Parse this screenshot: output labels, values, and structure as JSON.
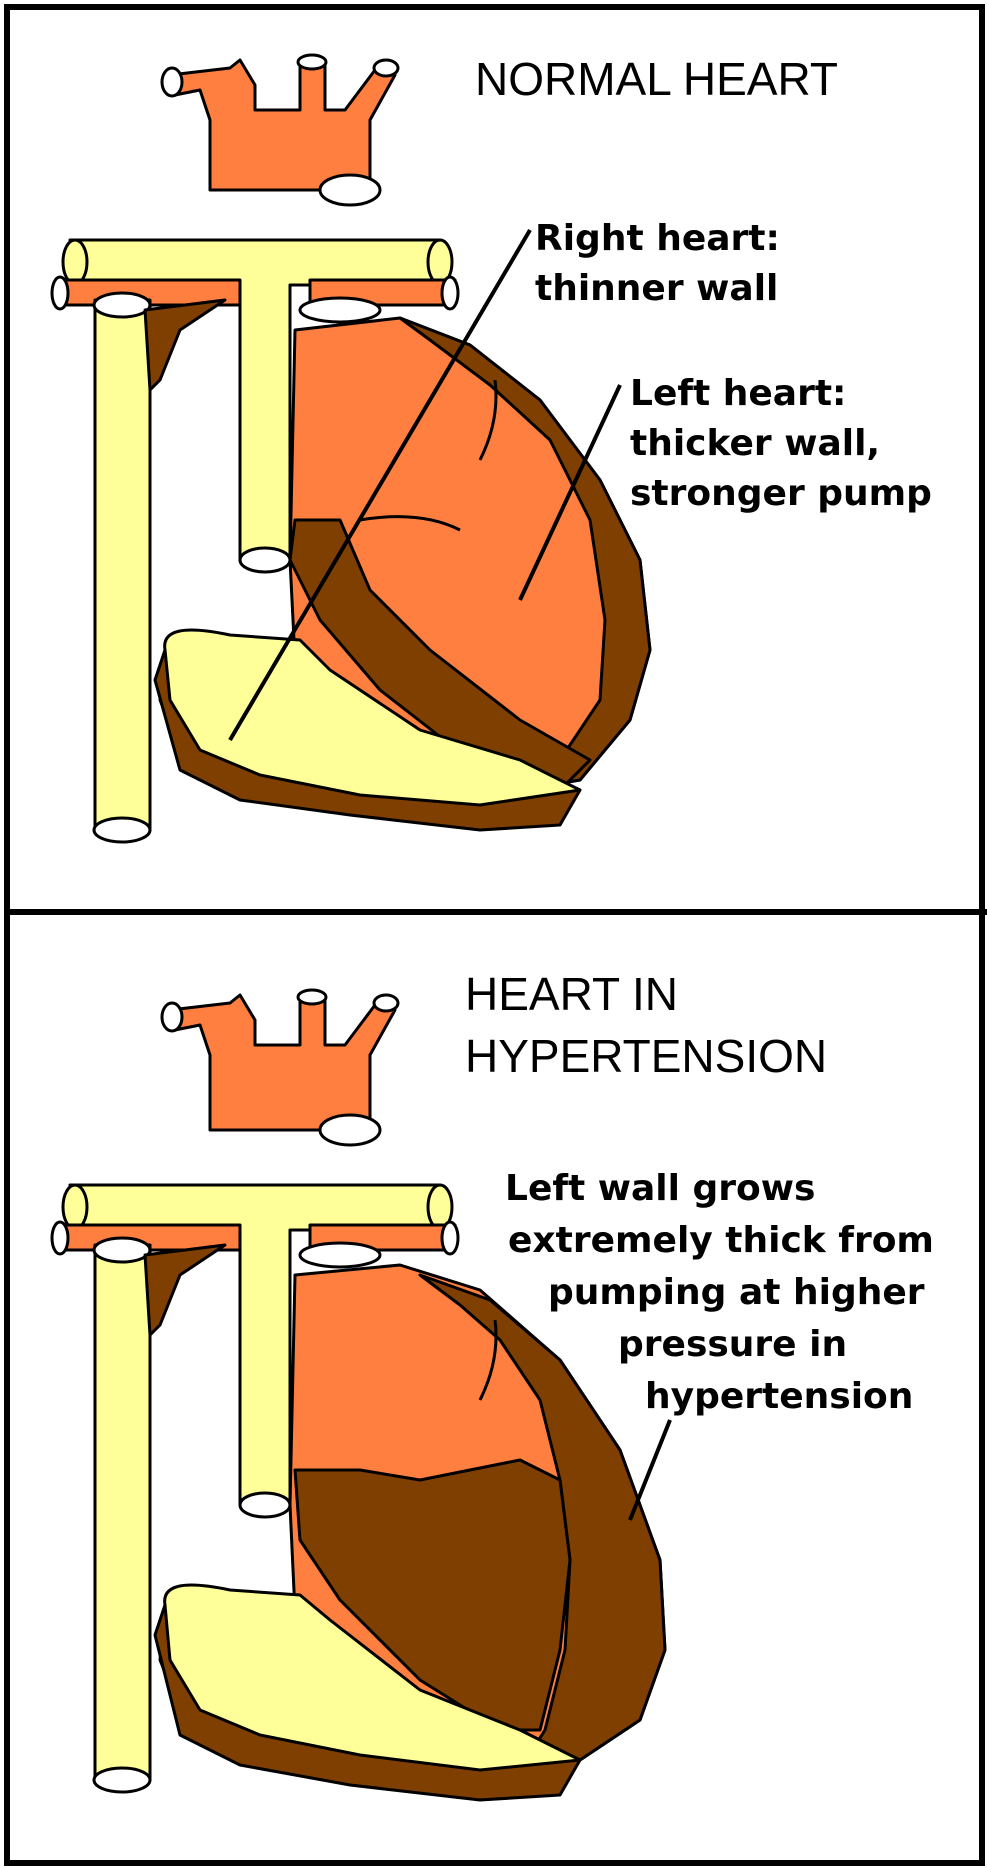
{
  "panels": [
    {
      "id": "normal",
      "title_lines": [
        "NORMAL HEART"
      ],
      "notes": [
        {
          "id": "right-heart",
          "lines": [
            "Right heart:",
            "thinner wall"
          ]
        },
        {
          "id": "left-heart",
          "lines": [
            "Left heart:",
            "thicker wall,",
            "stronger pump"
          ]
        }
      ]
    },
    {
      "id": "hypertension",
      "title_lines": [
        "HEART  IN",
        "HYPERTENSION"
      ],
      "notes": [
        {
          "id": "left-wall",
          "lines": [
            "Left wall grows",
            "extremely thick from",
            "pumping at higher",
            "pressure in",
            "hypertension"
          ]
        }
      ]
    }
  ],
  "colors": {
    "vessel_yellow": "#ffff99",
    "aorta_orange": "#ff7f40",
    "muscle_brown": "#7f3f00",
    "outline": "#000000",
    "background": "#ffffff"
  }
}
